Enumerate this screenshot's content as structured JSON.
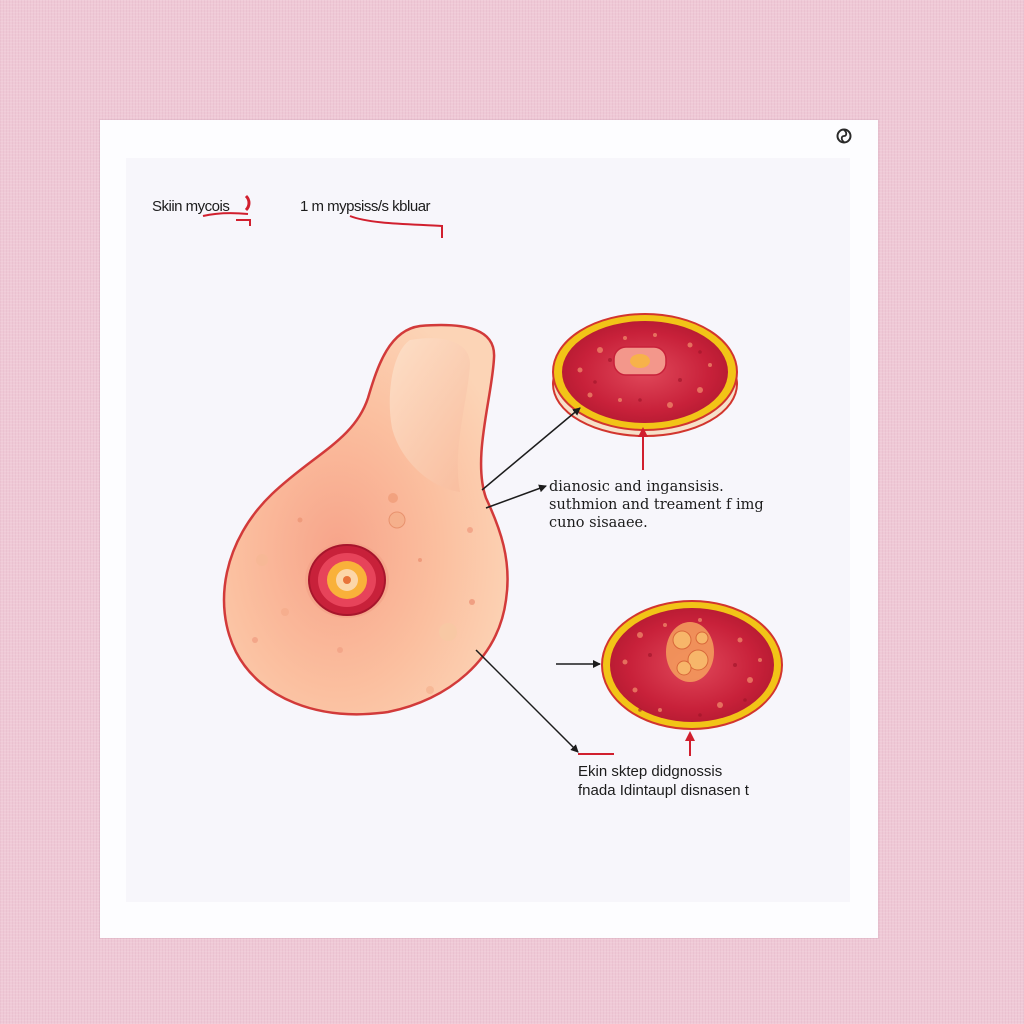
{
  "header": {
    "title_left": "Skiin mycois",
    "title_right": "1 m mypsiss/s kbluar"
  },
  "annotations": {
    "top": [
      "dianosic and ingansisis.",
      "suthmion and treament f img",
      "cuno sisaaee."
    ],
    "bottom": [
      "Ekin sktep didgnossis",
      "fnada Idintaupl disnasen t"
    ]
  },
  "icons": {
    "corner": "swirl-icon"
  },
  "colors": {
    "background": "#efc9d6",
    "card": "#fdfdff",
    "skin": "#f9c3a3",
    "lesion_red": "#c8213a",
    "rim_yellow": "#f2c417",
    "accent_red": "#d11f2e"
  }
}
